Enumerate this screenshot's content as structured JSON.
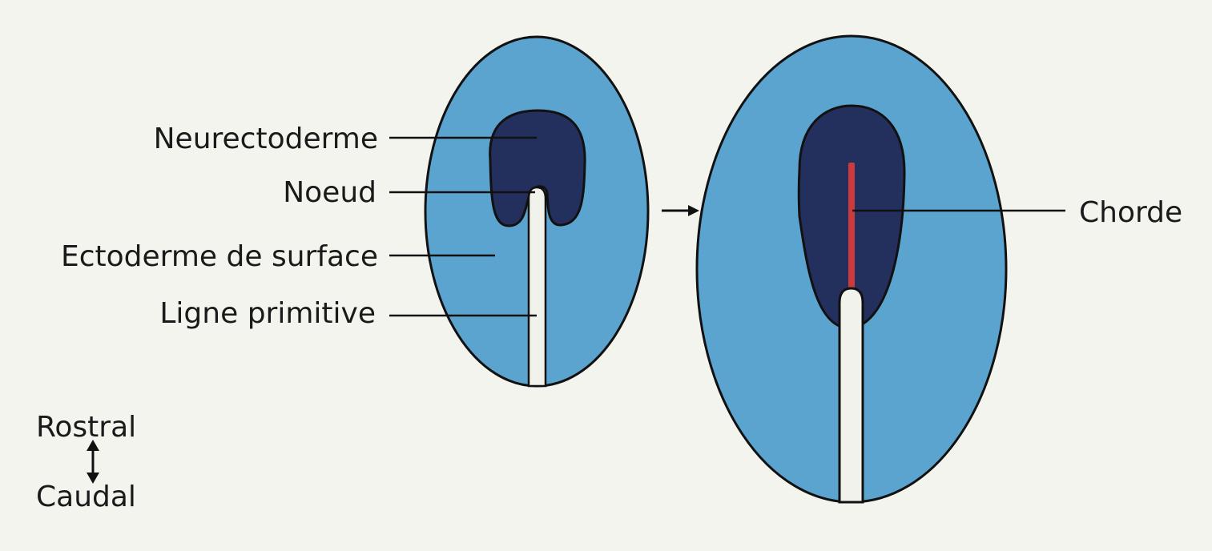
{
  "labels": {
    "neurectoderm": "Neurectoderme",
    "node": "Noeud",
    "surface_ectoderm": "Ectoderme de surface",
    "primitive_streak": "Ligne primitive",
    "notochord": "Chorde"
  },
  "orientation": {
    "top": "Rostral",
    "bottom": "Caudal"
  },
  "colors": {
    "background": "#f4f4ef",
    "ectoderm": "#5ba4cf",
    "neurectoderm": "#232f5c",
    "streak": "#f2f2ec",
    "notochord": "#cc3b3b",
    "outline": "#111111"
  }
}
